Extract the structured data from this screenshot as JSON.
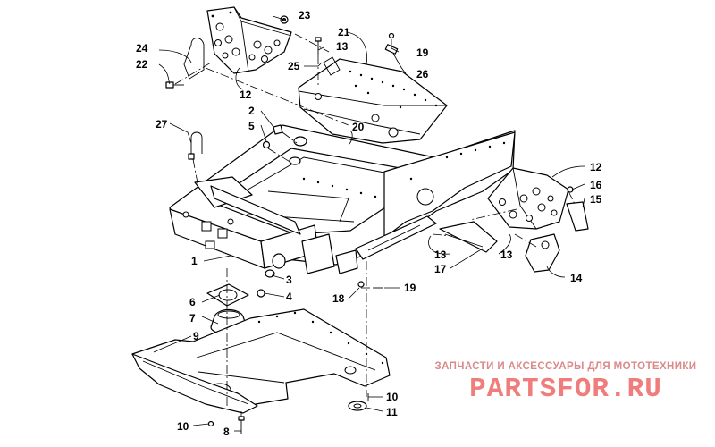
{
  "callouts": [
    {
      "id": "c23",
      "label": "23"
    },
    {
      "id": "c24",
      "label": "24"
    },
    {
      "id": "c22",
      "label": "22"
    },
    {
      "id": "c12a",
      "label": "12"
    },
    {
      "id": "c21",
      "label": "21"
    },
    {
      "id": "c13a",
      "label": "13"
    },
    {
      "id": "c25",
      "label": "25"
    },
    {
      "id": "c19a",
      "label": "19"
    },
    {
      "id": "c26",
      "label": "26"
    },
    {
      "id": "c2",
      "label": "2"
    },
    {
      "id": "c5",
      "label": "5"
    },
    {
      "id": "c20",
      "label": "20"
    },
    {
      "id": "c27",
      "label": "27"
    },
    {
      "id": "c12b",
      "label": "12"
    },
    {
      "id": "c16",
      "label": "16"
    },
    {
      "id": "c15",
      "label": "15"
    },
    {
      "id": "c13b",
      "label": "13"
    },
    {
      "id": "c13c",
      "label": "13"
    },
    {
      "id": "c17",
      "label": "17"
    },
    {
      "id": "c14",
      "label": "14"
    },
    {
      "id": "c1",
      "label": "1"
    },
    {
      "id": "c3",
      "label": "3"
    },
    {
      "id": "c6",
      "label": "6"
    },
    {
      "id": "c4",
      "label": "4"
    },
    {
      "id": "c18",
      "label": "18"
    },
    {
      "id": "c19b",
      "label": "19"
    },
    {
      "id": "c7",
      "label": "7"
    },
    {
      "id": "c9",
      "label": "9"
    },
    {
      "id": "c10a",
      "label": "10"
    },
    {
      "id": "c11",
      "label": "11"
    },
    {
      "id": "c10b",
      "label": "10"
    },
    {
      "id": "c8",
      "label": "8"
    }
  ],
  "watermark": {
    "tagline": "ЗАПЧАСТИ И АКСЕССУАРЫ ДЛЯ МОТОТЕХНИКИ",
    "brand": "PARTSFOR.RU",
    "color": "#f07c7c"
  }
}
